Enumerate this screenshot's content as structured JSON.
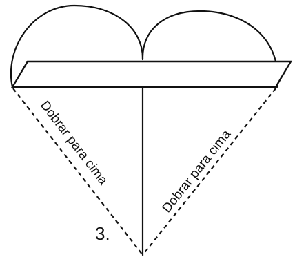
{
  "diagram": {
    "step_number": "3.",
    "left_fold_label": "Dobrar para cima",
    "right_fold_label": "Dobrar para cima",
    "line_color": "#111111",
    "background_color": "#ffffff"
  }
}
